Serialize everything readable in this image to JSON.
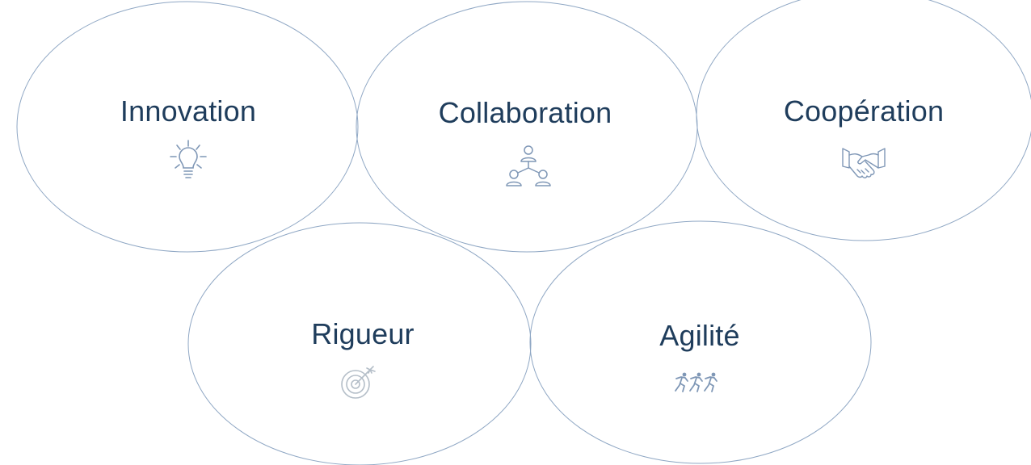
{
  "values": [
    {
      "label": "Innovation",
      "icon": "lightbulb-icon"
    },
    {
      "label": "Collaboration",
      "icon": "team-network-icon"
    },
    {
      "label": "Coopération",
      "icon": "handshake-icon"
    },
    {
      "label": "Rigueur",
      "icon": "target-dart-icon"
    },
    {
      "label": "Agilité",
      "icon": "running-people-icon"
    }
  ],
  "colors": {
    "text": "#1f3d5c",
    "ring_stroke": "#8fa7c4",
    "icon": "#7f97b6"
  }
}
